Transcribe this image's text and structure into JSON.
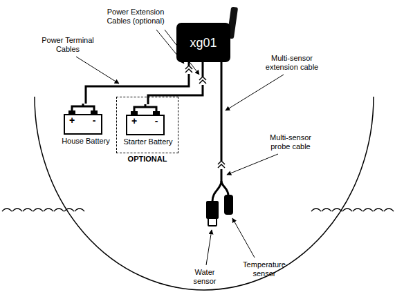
{
  "diagram": {
    "nodes": [
      {
        "text": [
          "xg01"
        ]
      },
      {
        "text": [
          "+",
          "-",
          "House Battery"
        ]
      },
      {
        "text": [
          "OPTIONAL"
        ]
      },
      {
        "text": [
          "+",
          "-",
          "Starter Battery"
        ],
        "in": 2
      }
    ],
    "edges": [
      {
        "from": 0,
        "to": 1,
        "arrow": "none"
      },
      {
        "from": 0,
        "to": 3,
        "arrow": "none"
      }
    ],
    "labels": [
      "Power Extension Cables (optional)",
      "Power Terminal Cables",
      "Multi-sensor extension cable",
      "Multi-sensor probe cable",
      "Water sensor",
      "Temperature sensor"
    ]
  }
}
